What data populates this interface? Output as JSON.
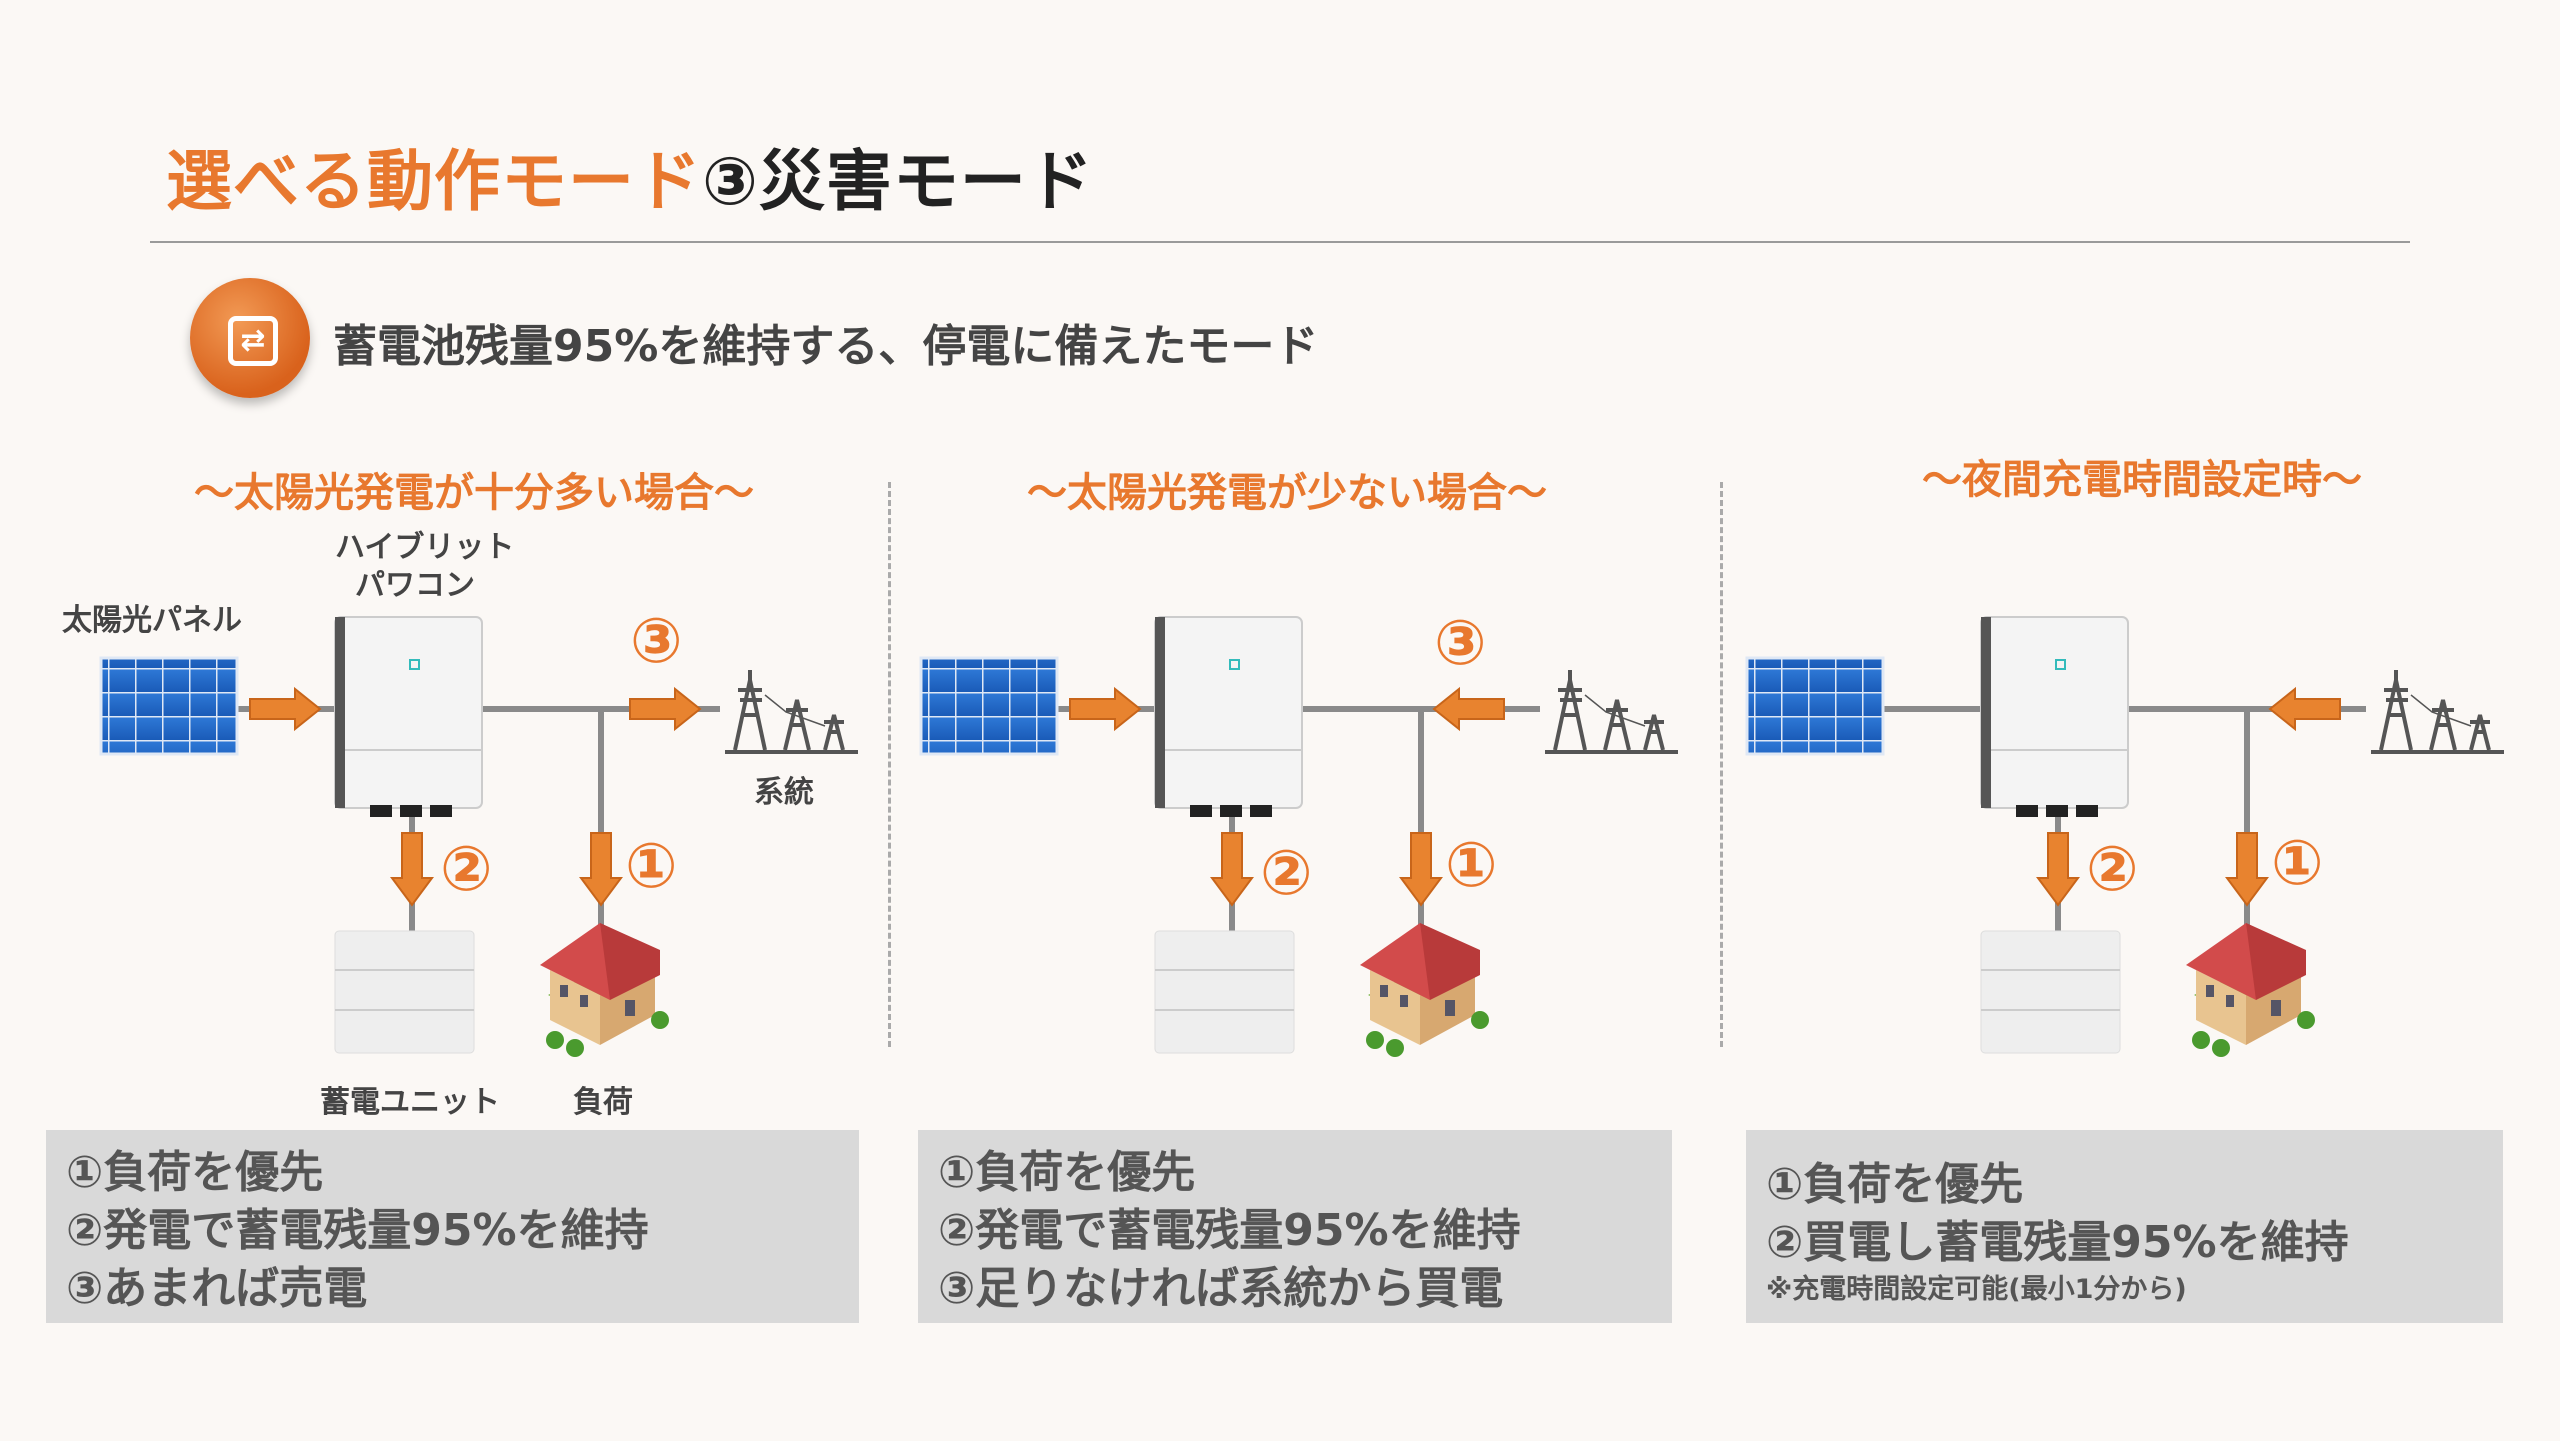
{
  "title": {
    "orange": "選べる動作モード",
    "dark": "③災害モード"
  },
  "subtitle": "蓄電池残量95%を維持する、停電に備えたモード",
  "icon": "mode-switch-icon",
  "colors": {
    "accent": "#e8782e",
    "box": "#d9d9d9",
    "background": "#fbf8f5"
  },
  "labels": {
    "solar_panel": "太陽光パネル",
    "inverter_line1": "ハイブリット",
    "inverter_line2": "パワコン",
    "grid": "系統",
    "battery": "蓄電ユニット",
    "load": "負荷"
  },
  "numbers": {
    "one": "①",
    "two": "②",
    "three": "③"
  },
  "panels": [
    {
      "heading": "～太陽光発電が十分多い場合～",
      "lines": [
        "①負荷を優先",
        "②発電で蓄電残量95%を維持",
        "③あまれば売電"
      ]
    },
    {
      "heading": "～太陽光発電が少ない場合～",
      "lines": [
        "①負荷を優先",
        "②発電で蓄電残量95%を維持",
        "③足りなければ系統から買電"
      ]
    },
    {
      "heading": "～夜間充電時間設定時～",
      "lines": [
        "①負荷を優先",
        "②買電し蓄電残量95%を維持"
      ],
      "note": "※充電時間設定可能(最小1分から)"
    }
  ]
}
